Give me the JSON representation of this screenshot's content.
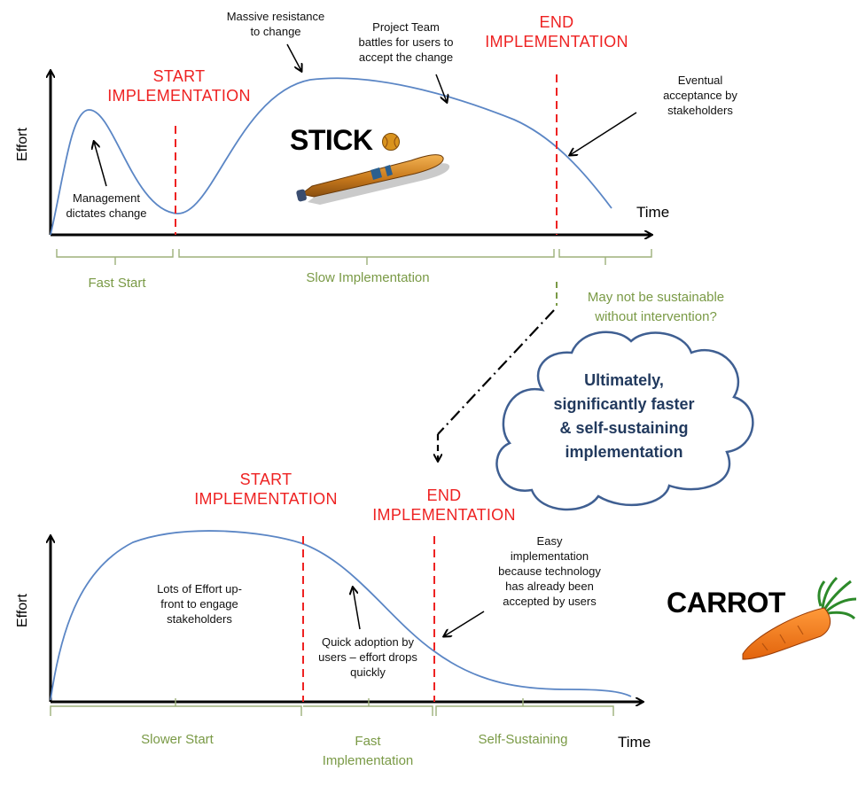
{
  "top": {
    "y_label": "Effort",
    "x_label": "Time",
    "start_label_1": "START",
    "start_label_2": "IMPLEMENTATION",
    "end_label_1": "END",
    "end_label_2": "IMPLEMENTATION",
    "stick_label": "STICK",
    "annotation_resistance_1": "Massive resistance",
    "annotation_resistance_2": "to change",
    "annotation_team_1": "Project Team",
    "annotation_team_2": "battles for users to",
    "annotation_team_3": "accept the change",
    "annotation_acceptance_1": "Eventual",
    "annotation_acceptance_2": "acceptance by",
    "annotation_acceptance_3": "stakeholders",
    "annotation_management_1": "Management",
    "annotation_management_2": "dictates change",
    "phase_fast_start": "Fast Start",
    "phase_slow_impl": "Slow Implementation"
  },
  "middle": {
    "question_1": "May not be sustainable",
    "question_2": "without intervention?",
    "cloud_1": "Ultimately,",
    "cloud_2": "significantly faster",
    "cloud_3": "& self-sustaining",
    "cloud_4": "implementation"
  },
  "bottom": {
    "y_label": "Effort",
    "x_label": "Time",
    "start_label_1": "START",
    "start_label_2": "IMPLEMENTATION",
    "end_label_1": "END",
    "end_label_2": "IMPLEMENTATION",
    "carrot_label": "CARROT",
    "annotation_effort_1": "Lots of Effort up-",
    "annotation_effort_2": "front to engage",
    "annotation_effort_3": "stakeholders",
    "annotation_quick_1": "Quick adoption by",
    "annotation_quick_2": "users – effort drops",
    "annotation_quick_3": "quickly",
    "annotation_easy_1": "Easy",
    "annotation_easy_2": "implementation",
    "annotation_easy_3": "because technology",
    "annotation_easy_4": "has already been",
    "annotation_easy_5": "accepted by users",
    "phase_slower_start": "Slower Start",
    "phase_fast_impl_1": "Fast",
    "phase_fast_impl_2": "Implementation",
    "phase_self_sustaining": "Self-Sustaining"
  },
  "colors": {
    "curve": "#5b86c5",
    "marker": "#ee2222",
    "phase": "#7a9a46",
    "cloud_border": "#3f5f92",
    "cloud_text": "#223a5e"
  },
  "icons": {
    "bat": "baseball-bat-icon",
    "ball": "baseball-icon",
    "carrot": "carrot-icon"
  }
}
